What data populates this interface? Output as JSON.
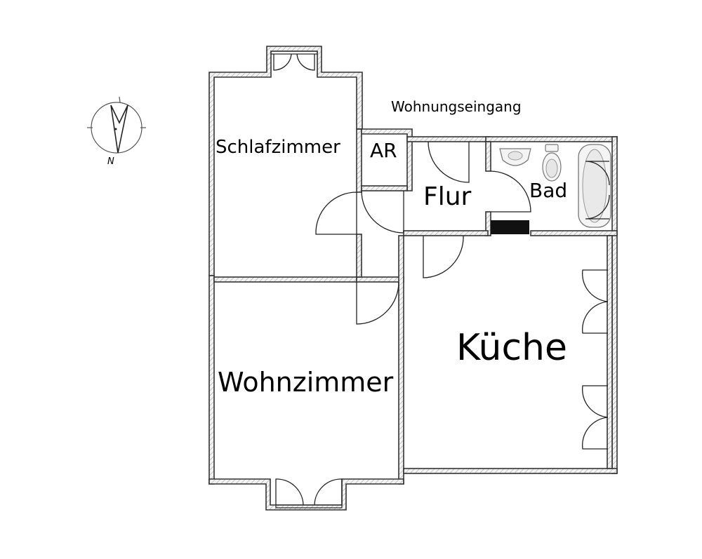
{
  "plan": {
    "entrance_label": "Wohnungseingang",
    "rooms": {
      "schlafzimmer": "Schlafzimmer",
      "ar": "AR",
      "flur": "Flur",
      "bad": "Bad",
      "kueche": "Küche",
      "wohnzimmer": "Wohnzimmer"
    },
    "compass_label": "N"
  }
}
